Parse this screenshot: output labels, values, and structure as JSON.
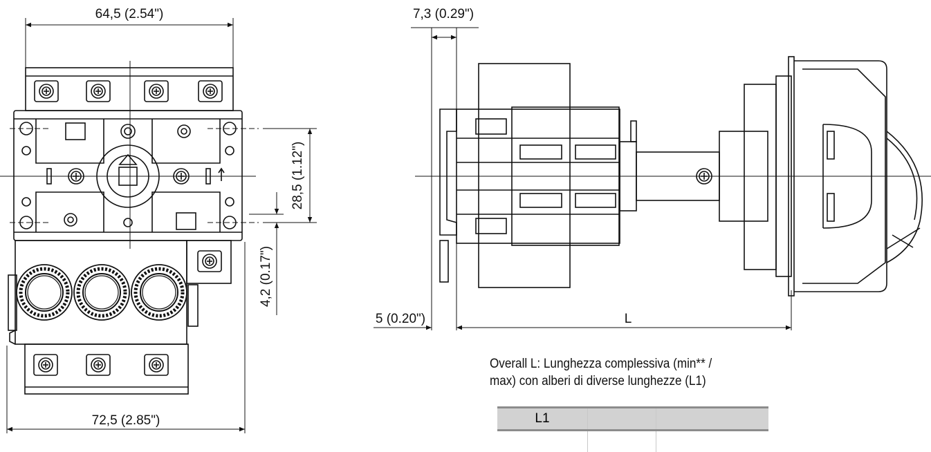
{
  "dims": {
    "top_width": "64,5 (2.54\")",
    "bottom_width": "72,5 (2.85\")",
    "hole_spacing": "28,5 (1.12\")",
    "offset": "4,2 (0.17\")",
    "flange": "7,3 (0.29\")",
    "panel": "5 (0.20\")",
    "overall": "L"
  },
  "caption": {
    "line1": "Overall L: Lunghezza complessiva (min** /",
    "line2": "max) con alberi di diverse lunghezze (L1)"
  },
  "table": {
    "header": [
      "L1",
      "",
      ""
    ]
  }
}
